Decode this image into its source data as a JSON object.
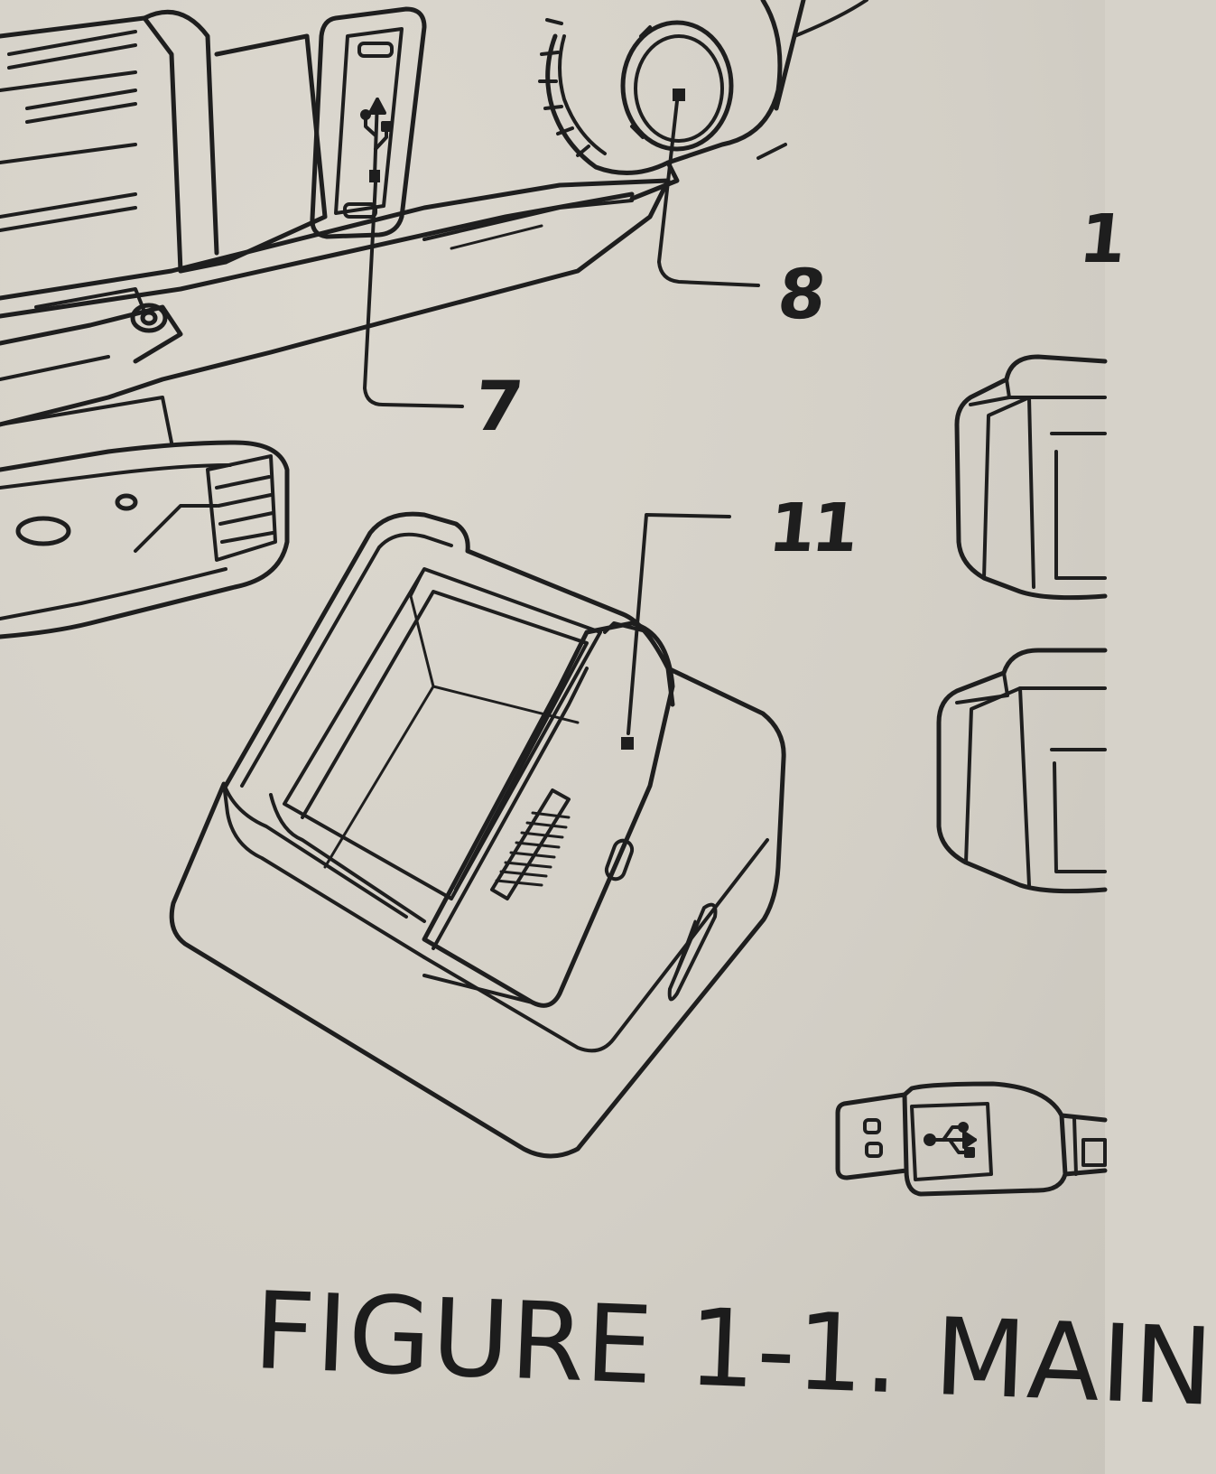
{
  "labels": {
    "callout_7": "7",
    "callout_8": "8",
    "callout_11": "11",
    "callout_1_partial": "1"
  },
  "caption": "FIGURE 1-1. MAIN",
  "colors": {
    "paper": "#d6d2c9",
    "ink": "#1e1e1e"
  },
  "icons": {
    "usb_port_7": "usb-symbol-icon",
    "usb_plug": "usb-symbol-icon"
  }
}
